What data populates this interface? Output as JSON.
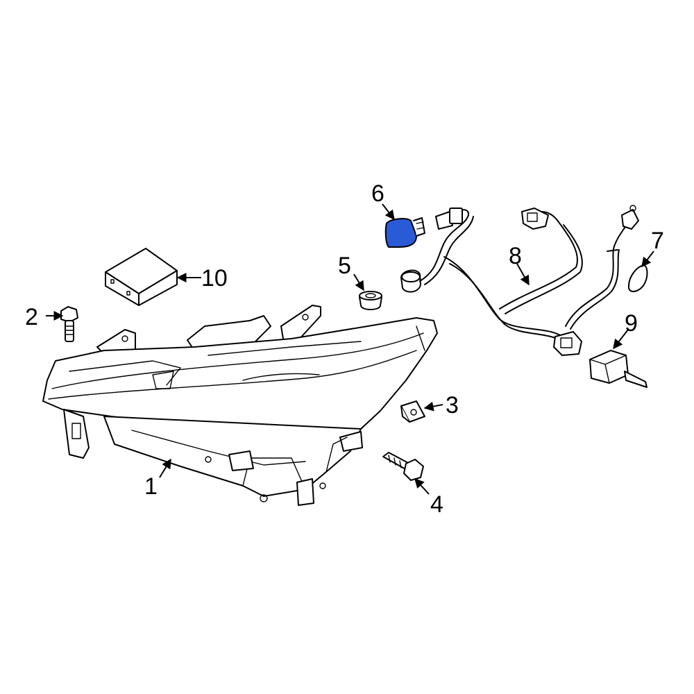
{
  "diagram": {
    "highlight_color": "#2a5bd7",
    "callouts": [
      {
        "id": "1",
        "label": "1"
      },
      {
        "id": "2",
        "label": "2"
      },
      {
        "id": "3",
        "label": "3"
      },
      {
        "id": "4",
        "label": "4"
      },
      {
        "id": "5",
        "label": "5"
      },
      {
        "id": "6",
        "label": "6"
      },
      {
        "id": "7",
        "label": "7"
      },
      {
        "id": "8",
        "label": "8"
      },
      {
        "id": "9",
        "label": "9"
      },
      {
        "id": "10",
        "label": "10"
      }
    ]
  }
}
